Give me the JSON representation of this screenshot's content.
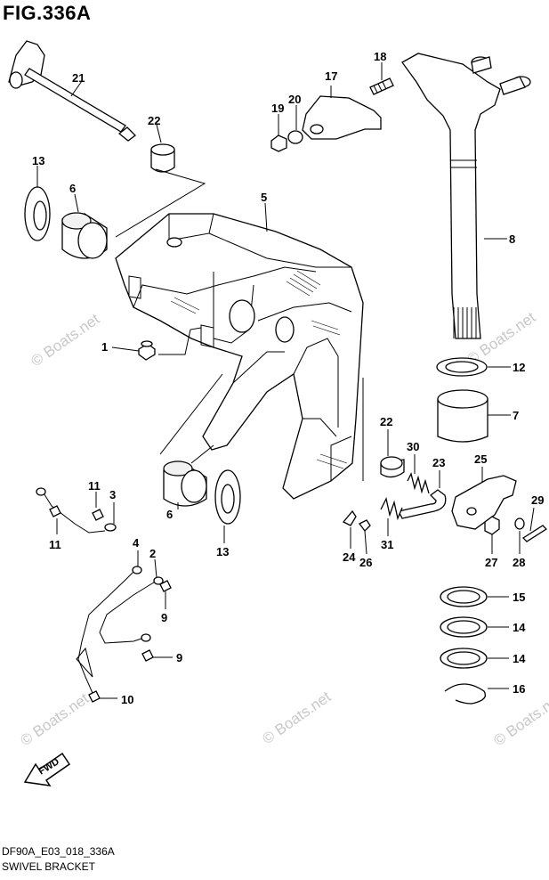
{
  "figure": {
    "title": "FIG.336A",
    "code": "DF90A_E03_018_336A",
    "name": "SWIVEL BRACKET",
    "fwd_label": "FWD"
  },
  "watermark": "© Boats.net",
  "callouts": {
    "c21": "21",
    "c22a": "22",
    "c13a": "13",
    "c6a": "6",
    "c5": "5",
    "c17": "17",
    "c18": "18",
    "c20": "20",
    "c19": "19",
    "c8": "8",
    "c1": "1",
    "c12": "12",
    "c7": "7",
    "c22b": "22",
    "c30": "30",
    "c23": "23",
    "c25": "25",
    "c11a": "11",
    "c3": "3",
    "c11b": "11",
    "c6b": "6",
    "c13b": "13",
    "c29": "29",
    "c31": "31",
    "c24": "24",
    "c26": "26",
    "c27": "27",
    "c28": "28",
    "c4": "4",
    "c2": "2",
    "c9a": "9",
    "c9b": "9",
    "c10": "10",
    "c15": "15",
    "c14a": "14",
    "c14b": "14",
    "c16": "16"
  }
}
